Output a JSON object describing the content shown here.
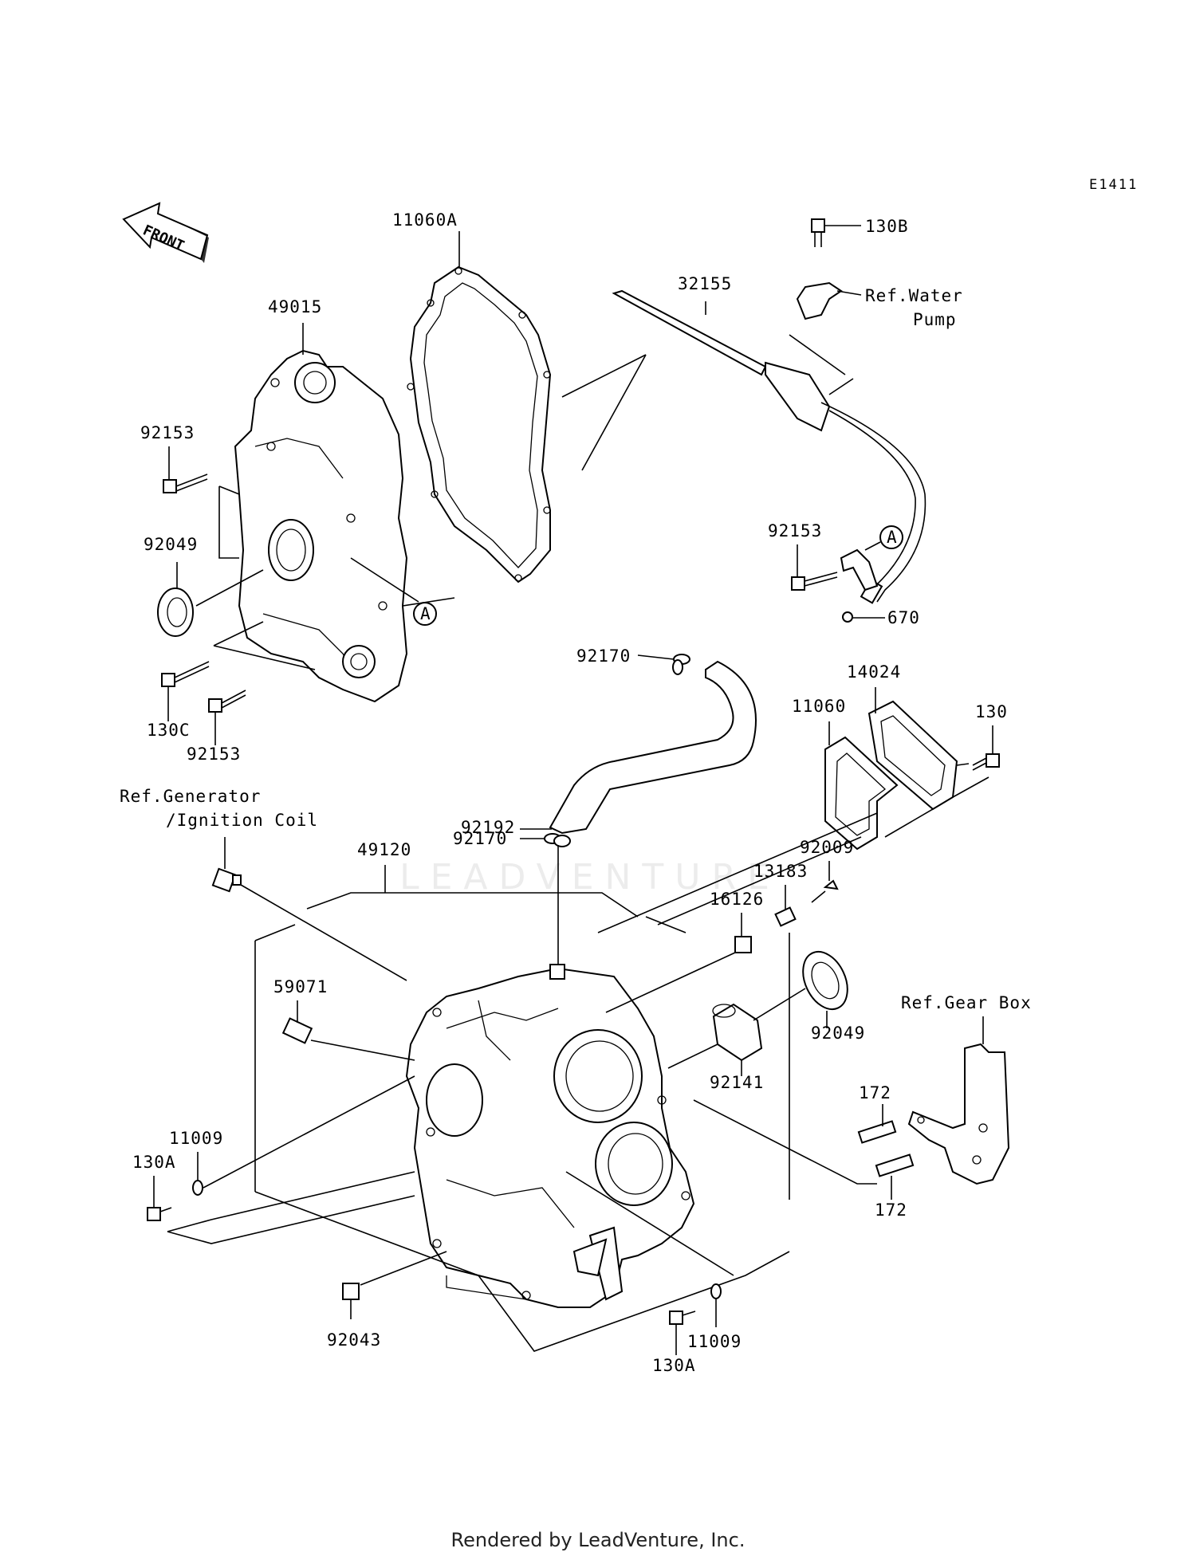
{
  "diagram": {
    "code": "E1411",
    "front_arrow_label": "FRONT",
    "watermark": "LEADVENTURE",
    "footer": "Rendered by LeadVenture, Inc.",
    "callout_marker": "A",
    "labels": {
      "p11060A": "11060A",
      "p32155": "32155",
      "p130B": "130B",
      "p49015": "49015",
      "p92153_a": "92153",
      "p92049_a": "92049",
      "p130C": "130C",
      "p92153_b": "92153",
      "p92153_c": "92153",
      "p670": "670",
      "p92170_a": "92170",
      "p14024": "14024",
      "p11060": "11060",
      "p130": "130",
      "p92192": "92192",
      "p92170_b": "92170",
      "p49120": "49120",
      "p92009": "92009",
      "p13183": "13183",
      "p16126": "16126",
      "p59071": "59071",
      "p92049_b": "92049",
      "p92141": "92141",
      "p172_a": "172",
      "p172_b": "172",
      "p11009_a": "11009",
      "p130A_a": "130A",
      "p92043": "92043",
      "p11009_b": "11009",
      "p130A_b": "130A"
    },
    "refs": {
      "water_pump_1": "Ref.Water",
      "water_pump_2": "Pump",
      "generator_1": "Ref.Generator",
      "generator_2": "/Ignition Coil",
      "gear_box": "Ref.Gear Box"
    }
  }
}
